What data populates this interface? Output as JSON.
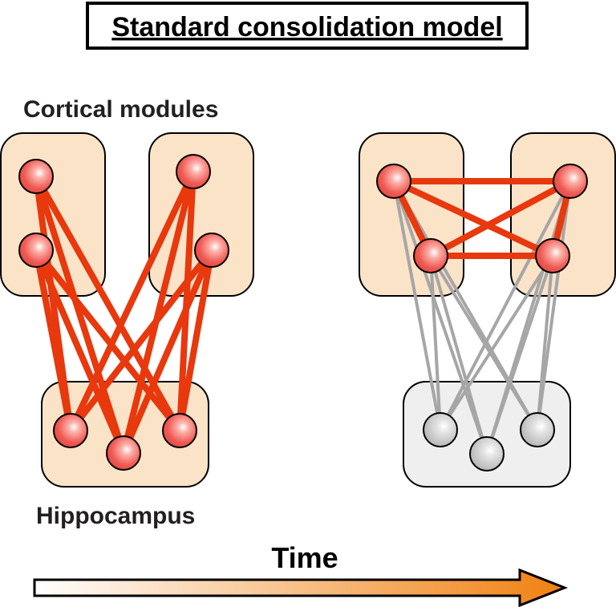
{
  "title": "Standard consolidation model",
  "labels": {
    "cortical_modules": "Cortical modules",
    "hippocampus": "Hippocampus",
    "time": "Time"
  },
  "colors": {
    "module_fill": "#fbe3c8",
    "hippocampus_inactive_fill": "#efefef",
    "active_link": "#e8380d",
    "inactive_link": "#a6a6a6",
    "active_node": "#f05a54",
    "inactive_node": "#c8c8c8",
    "arrow_start": "#ffffff",
    "arrow_end": "#f08010"
  },
  "panels": [
    {
      "id": "early",
      "cortex_links": "none",
      "hippocampus_links": "active",
      "hippocampus_state": "active"
    },
    {
      "id": "late",
      "cortex_links": "active",
      "hippocampus_links": "inactive",
      "hippocampus_state": "inactive"
    }
  ]
}
